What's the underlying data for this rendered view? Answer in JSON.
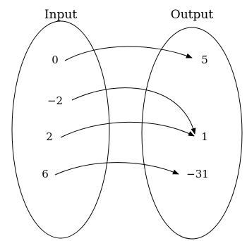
{
  "headings": {
    "input": "Input",
    "output": "Output"
  },
  "inputs": [
    "0",
    "−2",
    "2",
    "6"
  ],
  "outputs": [
    "5",
    "1",
    "−31"
  ],
  "mapping": [
    {
      "from": "0",
      "to": "5"
    },
    {
      "from": "−2",
      "to": "1"
    },
    {
      "from": "2",
      "to": "1"
    },
    {
      "from": "6",
      "to": "−31"
    }
  ],
  "colors": {
    "stroke": "#000000",
    "background": "#ffffff"
  }
}
